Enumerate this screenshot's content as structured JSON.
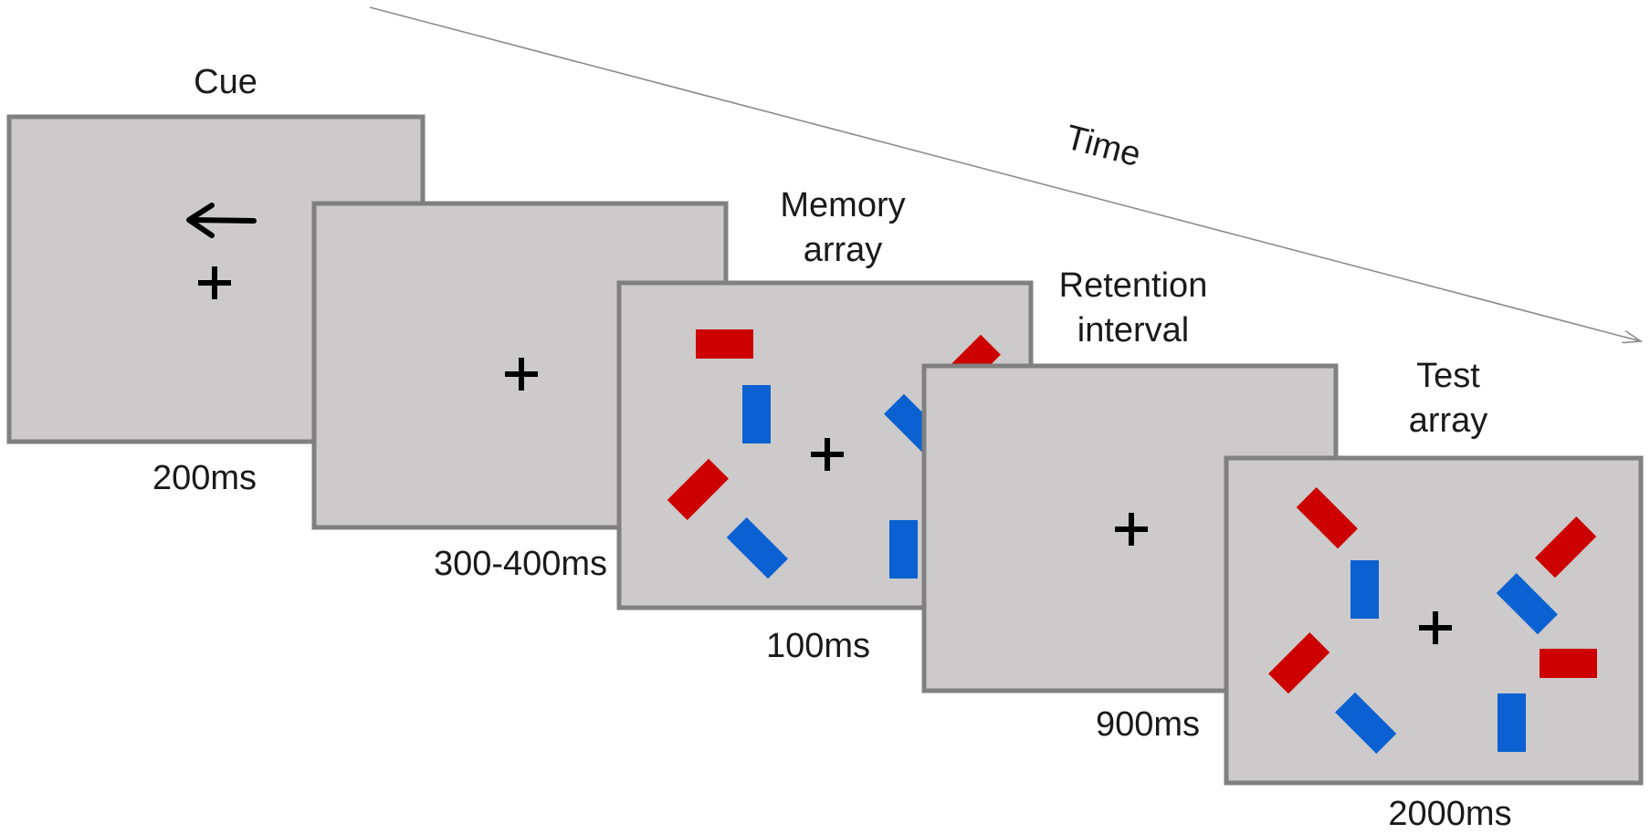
{
  "time_axis": {
    "label": "Time"
  },
  "colors": {
    "screen_fill": "#cccaca",
    "screen_border": "#808080",
    "red_bar": "#cc0000",
    "blue_bar": "#0b61d1",
    "fixation": "#000000",
    "text": "#1a1a1a",
    "time_arrow": "#8c8c8c"
  },
  "icons": {
    "cue": "left-arrow-icon",
    "fixation": "fixation-cross-icon"
  },
  "screens": [
    {
      "id": "cue",
      "title_lines": [
        "Cue"
      ],
      "duration": "200ms"
    },
    {
      "id": "delay",
      "title_lines": [],
      "duration": "300-400ms"
    },
    {
      "id": "memory",
      "title_lines": [
        "Memory",
        "array"
      ],
      "duration": "100ms"
    },
    {
      "id": "retention",
      "title_lines": [
        "Retention",
        "interval"
      ],
      "duration": "900ms"
    },
    {
      "id": "test",
      "title_lines": [
        "Test",
        "array"
      ],
      "duration": "2000ms"
    }
  ]
}
